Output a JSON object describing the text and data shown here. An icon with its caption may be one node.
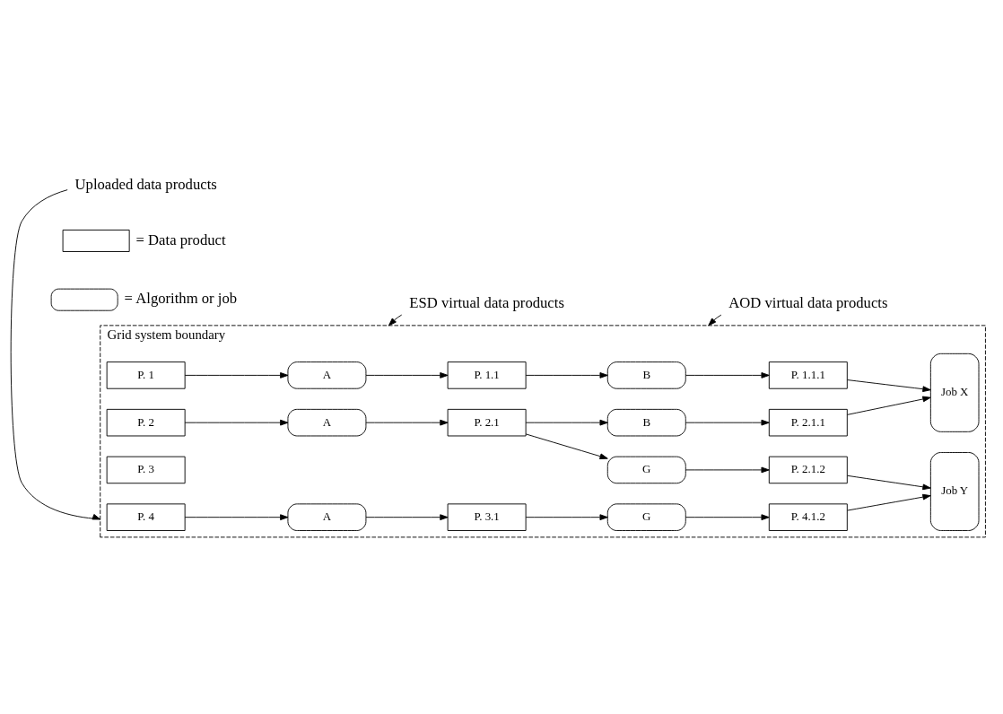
{
  "diagram": {
    "nodes": [
      {
        "text": [
          "Grid system boundary"
        ]
      },
      {
        "text": [
          "P. 1"
        ],
        "in": 0
      },
      {
        "text": [
          "A"
        ],
        "in": 0
      },
      {
        "text": [
          "P. 1.1"
        ],
        "in": 0
      },
      {
        "text": [
          "B"
        ],
        "in": 0
      },
      {
        "text": [
          "P. 1.1.1"
        ],
        "in": 0
      },
      {
        "text": [
          "Job X"
        ],
        "in": 0
      },
      {
        "text": [
          "P. 2"
        ],
        "in": 0
      },
      {
        "text": [
          "A"
        ],
        "in": 0
      },
      {
        "text": [
          "P. 2.1"
        ],
        "in": 0
      },
      {
        "text": [
          "B"
        ],
        "in": 0
      },
      {
        "text": [
          "P. 2.1.1"
        ],
        "in": 0
      },
      {
        "text": [
          "P. 3"
        ],
        "in": 0
      },
      {
        "text": [
          "G"
        ],
        "in": 0
      },
      {
        "text": [
          "P. 2.1.2"
        ],
        "in": 0
      },
      {
        "text": [
          "Job Y"
        ],
        "in": 0
      },
      {
        "text": [
          "P. 4"
        ],
        "in": 0
      },
      {
        "text": [
          "A"
        ],
        "in": 0
      },
      {
        "text": [
          "P. 3.1"
        ],
        "in": 0
      },
      {
        "text": [
          "G"
        ],
        "in": 0
      },
      {
        "text": [
          "P. 4.1.2"
        ],
        "in": 0
      },
      {
        "text": [
          "Uploaded data products"
        ]
      },
      {
        "text": [
          "ESD virtual data products"
        ]
      },
      {
        "text": [
          "AOD virtual data products"
        ]
      }
    ],
    "edges": [
      {
        "from": 1,
        "to": 2,
        "arrow": "to"
      },
      {
        "from": 2,
        "to": 3,
        "arrow": "to"
      },
      {
        "from": 3,
        "to": 4,
        "arrow": "to"
      },
      {
        "from": 4,
        "to": 5,
        "arrow": "to"
      },
      {
        "from": 5,
        "to": 6,
        "arrow": "to"
      },
      {
        "from": 7,
        "to": 8,
        "arrow": "to"
      },
      {
        "from": 8,
        "to": 9,
        "arrow": "to"
      },
      {
        "from": 9,
        "to": 10,
        "arrow": "to"
      },
      {
        "from": 10,
        "to": 11,
        "arrow": "to"
      },
      {
        "from": 11,
        "to": 6,
        "arrow": "to"
      },
      {
        "from": 9,
        "to": 13,
        "arrow": "to"
      },
      {
        "from": 13,
        "to": 14,
        "arrow": "to"
      },
      {
        "from": 14,
        "to": 15,
        "arrow": "to"
      },
      {
        "from": 16,
        "to": 17,
        "arrow": "to"
      },
      {
        "from": 17,
        "to": 18,
        "arrow": "to"
      },
      {
        "from": 18,
        "to": 19,
        "arrow": "to"
      },
      {
        "from": 19,
        "to": 20,
        "arrow": "to"
      },
      {
        "from": 20,
        "to": 15,
        "arrow": "to"
      },
      {
        "from": 21,
        "to": 0,
        "arrow": "to"
      },
      {
        "from": 22,
        "to": 0,
        "arrow": "to"
      },
      {
        "from": 23,
        "to": 0,
        "arrow": "to"
      }
    ],
    "legend": [
      {
        "text": "= Data product"
      },
      {
        "text": "= Algorithm or job"
      }
    ]
  }
}
